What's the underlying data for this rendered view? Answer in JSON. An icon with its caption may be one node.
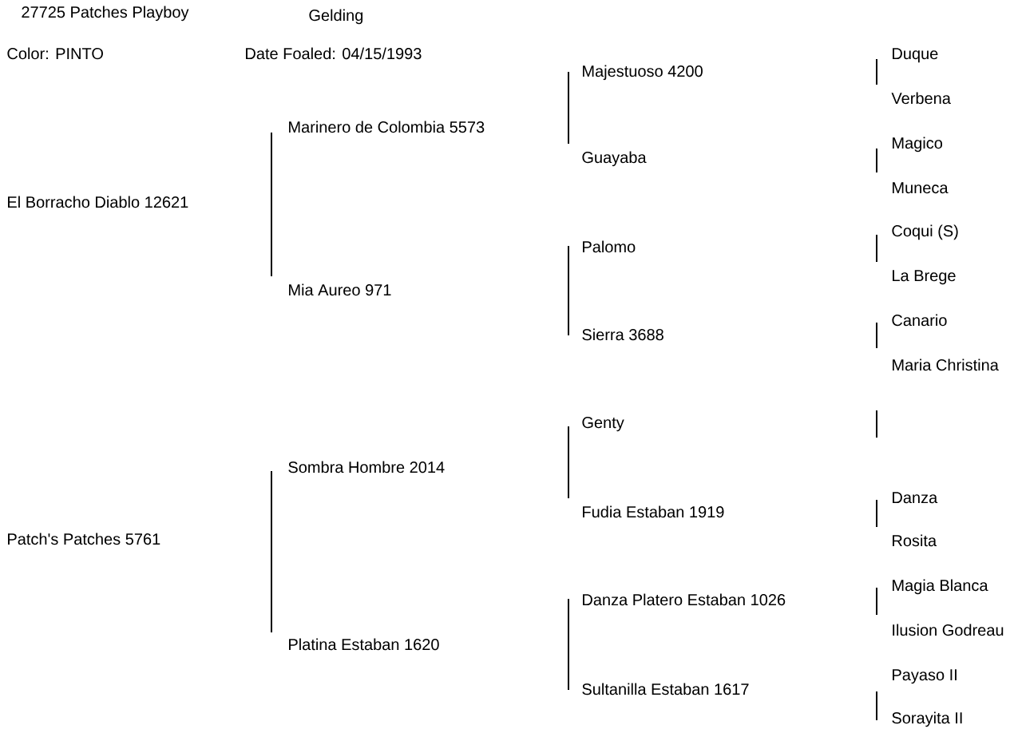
{
  "diagram": {
    "title": "27725 Patches Playboy",
    "labels": [
      "Gelding",
      "Color: PINTO",
      "Date Foaled: 04/15/1993",
      "El Borracho Diablo 12621",
      "Patch's Patches 5761",
      "Marinero de Colombia 5573",
      "Mia Aureo 971",
      "Sombra Hombre 2014",
      "Platina Estaban 1620",
      "Majestuoso 4200",
      "Guayaba",
      "Palomo",
      "Sierra 3688",
      "Genty",
      "Fudia Estaban 1919",
      "Danza Platero Estaban 1026",
      "Sultanilla Estaban 1617",
      "Duque",
      "Verbena",
      "Magico",
      "Muneca",
      "Coqui (S)",
      "La Brege",
      "Canario",
      "Maria Christina",
      "Danza",
      "Rosita",
      "Magia Blanca",
      "Ilusion Godreau",
      "Payaso II",
      "Sorayita II"
    ]
  }
}
